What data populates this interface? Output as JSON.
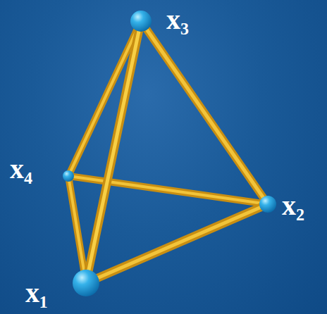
{
  "diagram": {
    "labels": [
      "x₃",
      "x₄",
      "x₂",
      "x₁"
    ]
  }
}
